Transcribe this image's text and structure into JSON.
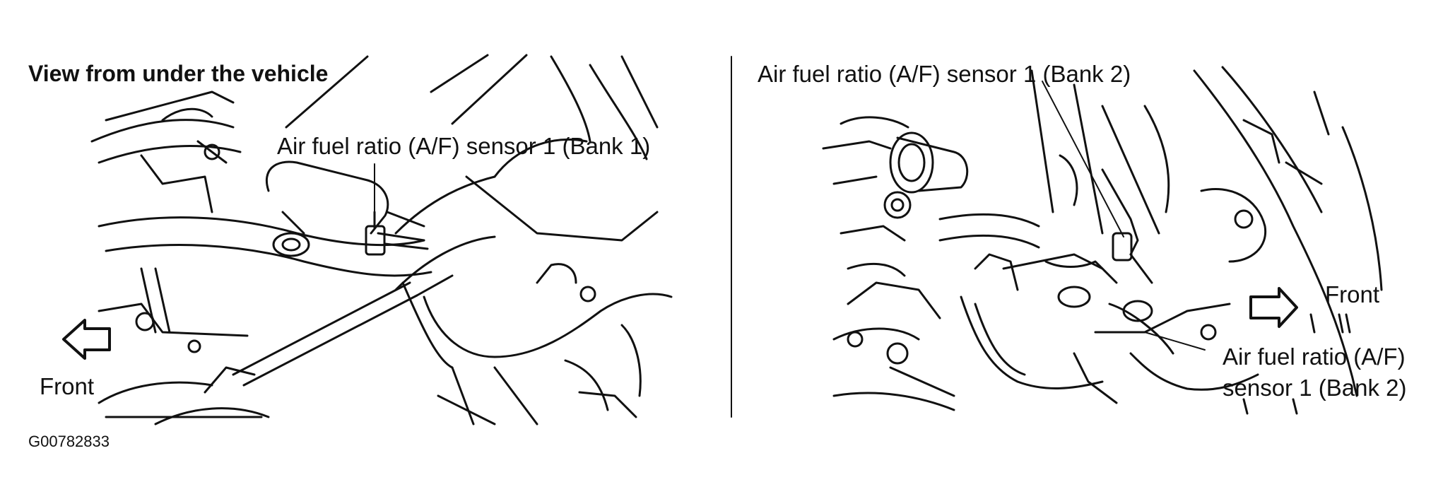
{
  "left_panel": {
    "title": "View from under the vehicle",
    "sensor_label": "Air fuel ratio (A/F) sensor 1 (Bank 1)",
    "front_label": "Front"
  },
  "right_panel": {
    "top_label": "Air fuel ratio (A/F) sensor 1 (Bank 2)",
    "front_label": "Front",
    "bottom_label_line1": "Air fuel ratio (A/F)",
    "bottom_label_line2": "sensor 1 (Bank 2)"
  },
  "figure_id": "G00782833"
}
